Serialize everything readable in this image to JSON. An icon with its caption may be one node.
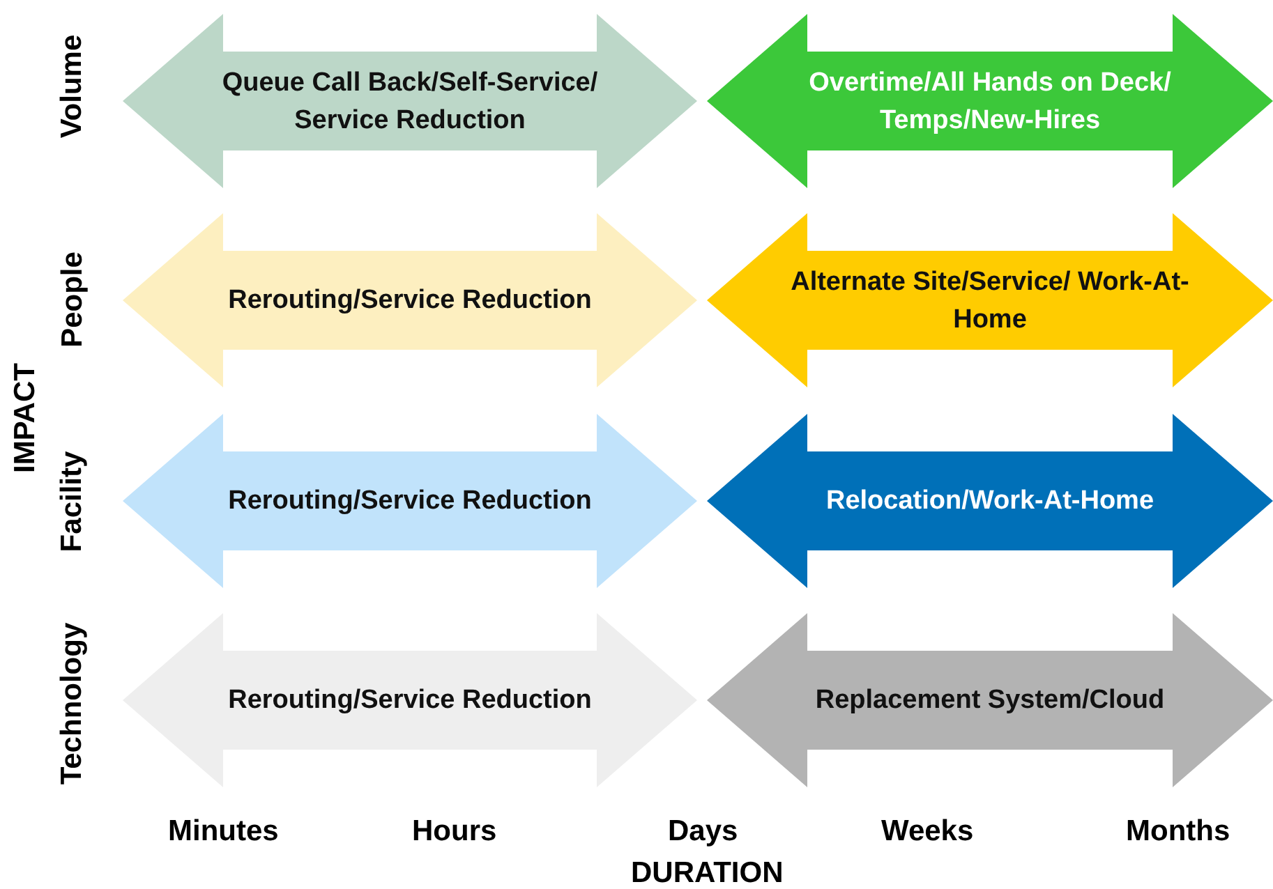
{
  "diagram": {
    "nodes": [
      {
        "text": [
          "Queue Call Back/Self-Service/ Service Reduction"
        ]
      },
      {
        "text": [
          "Overtime/All Hands on Deck/ Temps/New-Hires"
        ]
      },
      {
        "text": [
          "Rerouting/Service Reduction"
        ]
      },
      {
        "text": [
          "Alternate Site/Service/ Work-At-Home"
        ]
      },
      {
        "text": [
          "Rerouting/Service Reduction"
        ]
      },
      {
        "text": [
          "Relocation/Work-At-Home"
        ]
      },
      {
        "text": [
          "Rerouting/Service Reduction"
        ]
      },
      {
        "text": [
          "Replacement System/Cloud"
        ]
      }
    ],
    "labels": [
      "Volume",
      "People",
      "IMPACT",
      "Facility",
      "Technology",
      "Minutes",
      "Hours",
      "Days",
      "Weeks",
      "Months",
      "DURATION"
    ]
  }
}
